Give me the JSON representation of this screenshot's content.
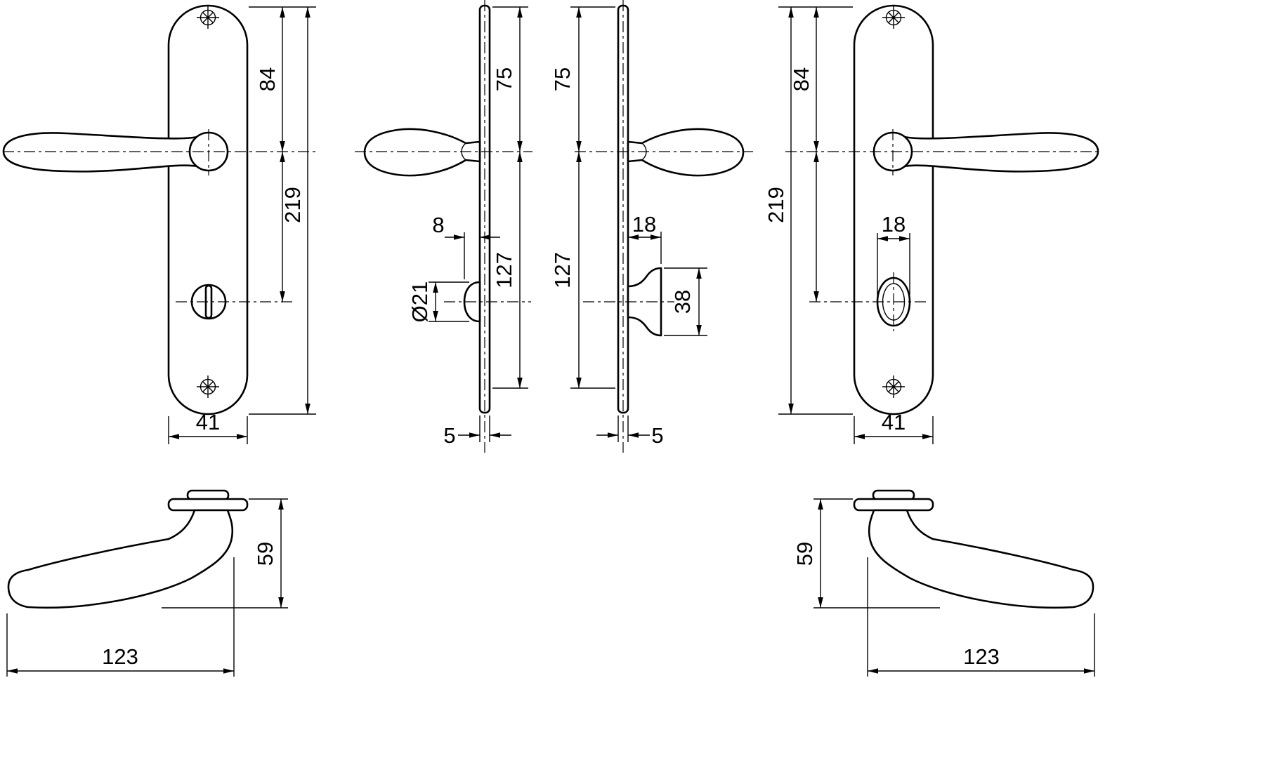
{
  "colors": {
    "line": "#000000",
    "background": "#ffffff"
  },
  "figs": {
    "front_left": {
      "d84": "84",
      "d219": "219",
      "d41": "41"
    },
    "side_left": {
      "d75": "75",
      "d8": "8",
      "d21": "Ø21",
      "d127": "127",
      "d5": "5"
    },
    "side_right": {
      "d75": "75",
      "d18": "18",
      "d127": "127",
      "d38": "38",
      "d5": "5"
    },
    "front_right": {
      "d84": "84",
      "d18": "18",
      "d219": "219",
      "d41": "41"
    },
    "top_left": {
      "d59": "59",
      "d123": "123"
    },
    "top_right": {
      "d59": "59",
      "d123": "123"
    }
  }
}
